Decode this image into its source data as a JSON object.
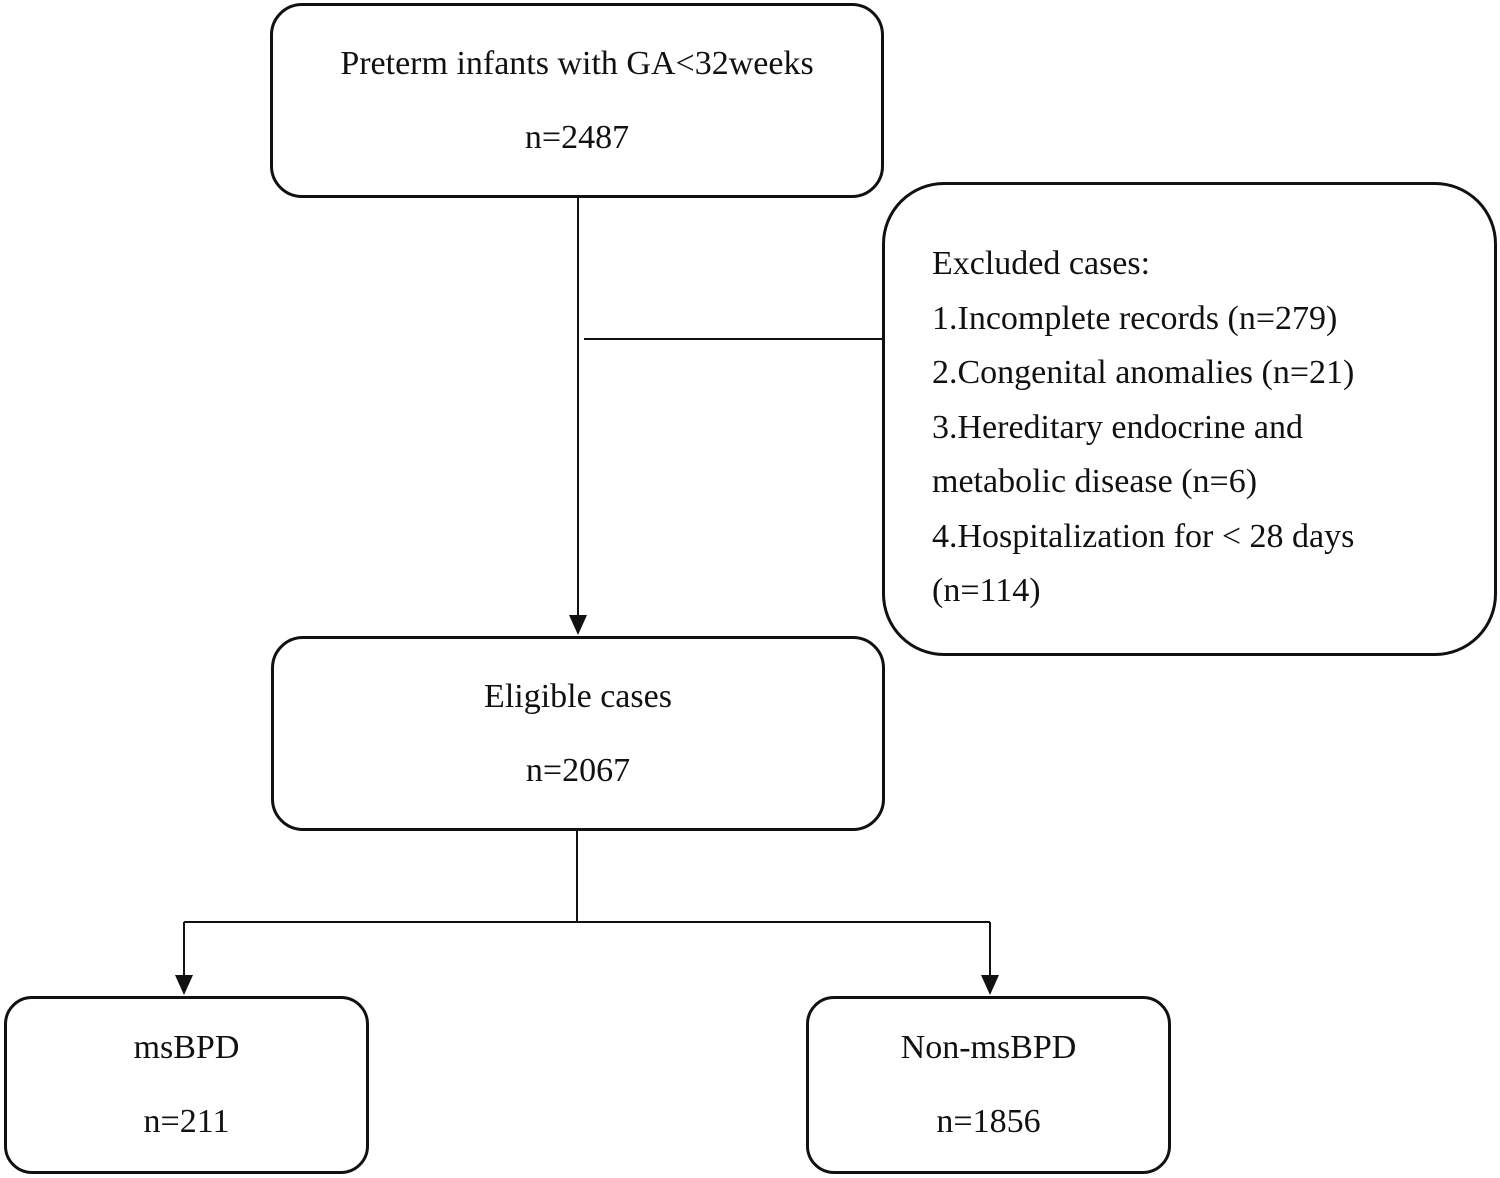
{
  "top": {
    "title": "Preterm infants with GA<32weeks",
    "count": "n=2487"
  },
  "excluded": {
    "heading": "Excluded cases:",
    "lines": [
      "1.Incomplete records (n=279)",
      "2.Congenital anomalies (n=21)",
      "3.Hereditary endocrine and",
      "metabolic disease (n=6)",
      "4.Hospitalization for < 28 days",
      "(n=114)"
    ]
  },
  "eligible": {
    "title": "Eligible cases",
    "count": "n=2067"
  },
  "groups": [
    {
      "title": "msBPD",
      "count": "n=211"
    },
    {
      "title": "Non-msBPD",
      "count": "n=1856"
    }
  ]
}
